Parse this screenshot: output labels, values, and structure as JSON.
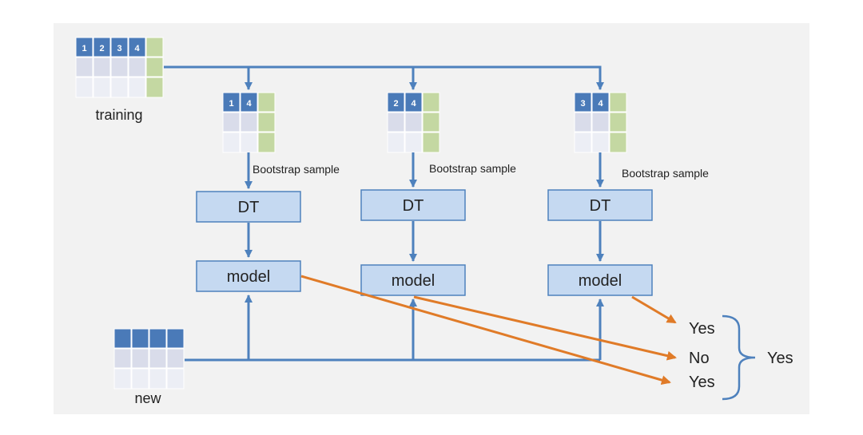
{
  "training": {
    "label": "training",
    "header_cells": [
      "1",
      "2",
      "3",
      "4"
    ]
  },
  "samples": [
    {
      "header_cells": [
        "1",
        "4"
      ],
      "caption": "Bootstrap sample",
      "learner": "DT",
      "model": "model"
    },
    {
      "header_cells": [
        "2",
        "4"
      ],
      "caption": "Bootstrap sample",
      "learner": "DT",
      "model": "model"
    },
    {
      "header_cells": [
        "3",
        "4"
      ],
      "caption": "Bootstrap sample",
      "learner": "DT",
      "model": "model"
    }
  ],
  "new_data": {
    "label": "new"
  },
  "predictions": [
    "Yes",
    "No",
    "Yes"
  ],
  "final_vote": "Yes",
  "colors": {
    "header_blue": "#4a7ab8",
    "row_light": "#d9dcea",
    "row_lighter": "#eceef5",
    "label_green": "#c4d8a2",
    "box_fill": "#c5d9f1",
    "line_blue": "#4e81bd",
    "arrow_orange": "#e07b28",
    "panel_bg": "#f2f2f2"
  }
}
